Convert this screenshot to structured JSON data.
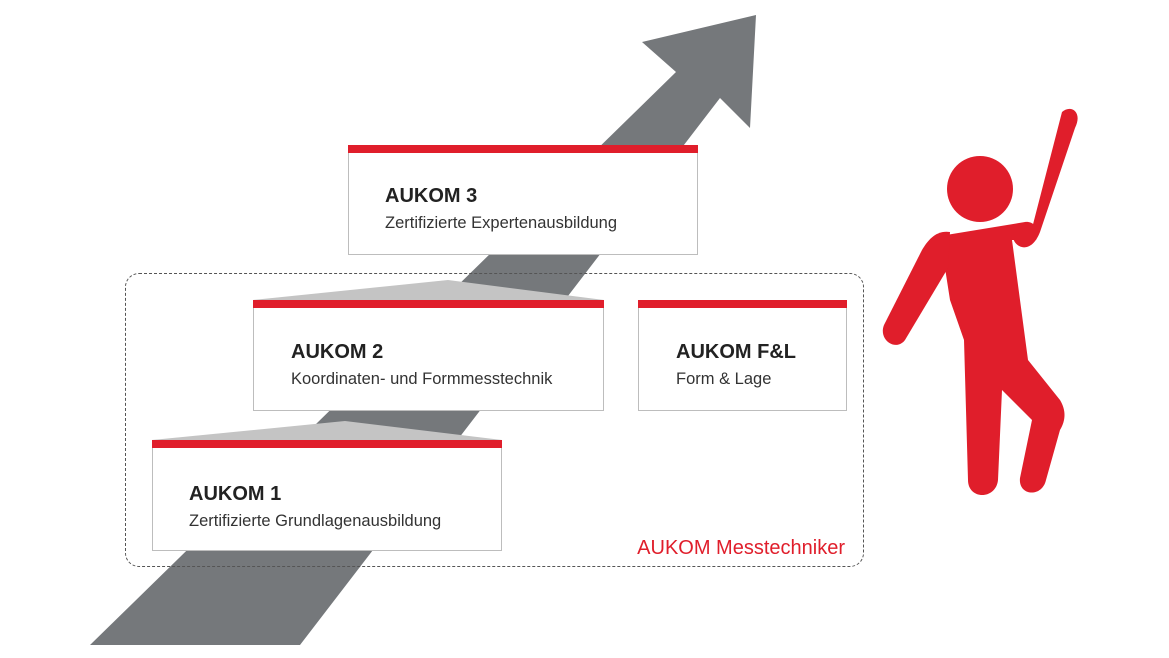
{
  "colors": {
    "accent_red": "#e01e2b",
    "arrow_gray": "#75787b",
    "step_shadow_gray": "#c4c4c4",
    "card_border": "#bdbdbd",
    "text_dark": "#222222"
  },
  "arrow": {
    "icon": "upward-arrow"
  },
  "figure": {
    "icon": "person-cheering-icon"
  },
  "levels": [
    {
      "title": "AUKOM 3",
      "subtitle": "Zertifizierte Expertenausbildung"
    },
    {
      "title": "AUKOM 2",
      "subtitle": "Koordinaten- und Formmesstechnik"
    },
    {
      "title": "AUKOM F&L",
      "subtitle": "Form & Lage"
    },
    {
      "title": "AUKOM 1",
      "subtitle": "Zertifizierte Grundlagenausbildung"
    }
  ],
  "group": {
    "label": "AUKOM Messtechniker"
  }
}
